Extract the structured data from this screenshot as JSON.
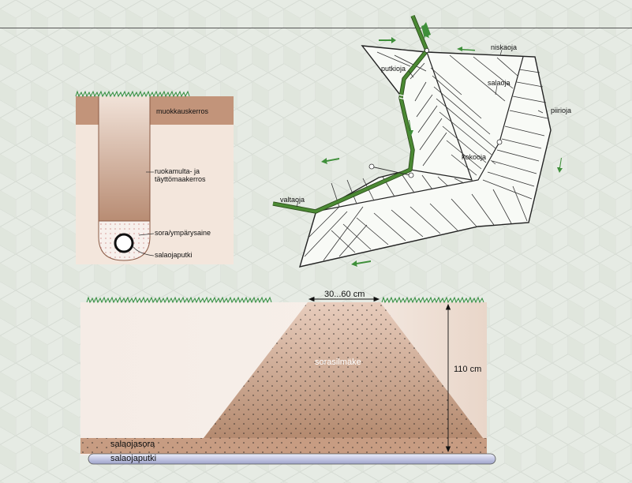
{
  "colors": {
    "background": "#e6ebe4",
    "topsoil": "#c2947a",
    "fill_light": "#f3e6dc",
    "gravel_dark": "#b08468",
    "pipe": "#c9cde6",
    "ditch_green": "#3d6b2a",
    "grass": "#2f8a3a",
    "arrow_green": "#3f8f3a"
  },
  "soil_profile": {
    "labels": {
      "topsoil": "muokkauskerros",
      "fill": "ruokamulta- ja\ntäyttömaakerros",
      "gravel": "sora/ympärysaine",
      "pipe": "salaojaputki"
    }
  },
  "field_plan": {
    "labels": {
      "headland_ditch": "niskaoja",
      "pipe_ditch": "putkioja",
      "drain": "salaoja",
      "edge_ditch": "piirioja",
      "collector_drain": "kokooja",
      "main_ditch": "valtaoja"
    }
  },
  "gravel_mound": {
    "top_width": "30...60 cm",
    "height": "110 cm",
    "mound_label": "sorasilmäke",
    "bed_label": "salaojasora",
    "pipe_label": "salaojaputki"
  }
}
